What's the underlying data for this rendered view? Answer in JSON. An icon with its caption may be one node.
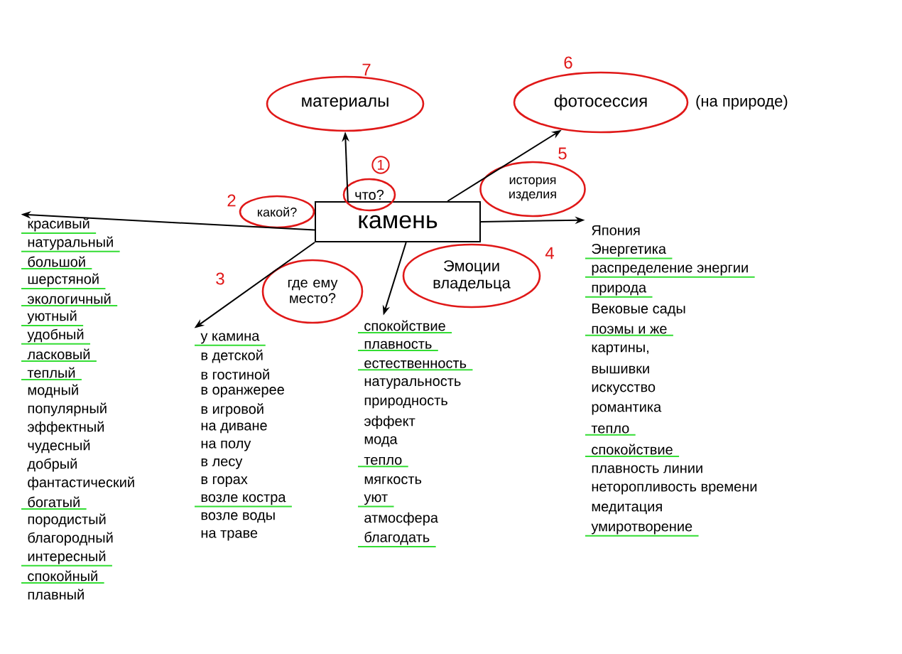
{
  "diagram": {
    "nodes": [
      {
        "text": [
          "камень"
        ]
      },
      {
        "text": [
          "что?"
        ],
        "beside": [
          "1"
        ]
      },
      {
        "text": [
          "какой?"
        ],
        "beside": [
          "2"
        ]
      },
      {
        "text": [
          "где ему место?"
        ],
        "beside": [
          "3"
        ]
      },
      {
        "text": [
          "Эмоции владельца"
        ],
        "beside": [
          "4"
        ]
      },
      {
        "text": [
          "история изделия"
        ],
        "beside": [
          "5"
        ]
      },
      {
        "text": [
          "фотосессия"
        ],
        "beside": [
          "(на природе)",
          "6"
        ]
      },
      {
        "text": [
          "материалы"
        ],
        "beside": [
          "7"
        ]
      },
      {
        "text": [
          "красивый",
          "натуральный",
          "большой",
          "шерстяной",
          "экологичный",
          "уютный",
          "удобный",
          "ласковый",
          "теплый",
          "модный",
          "популярный",
          "эффектный",
          "чудесный",
          "добрый",
          "фантастический",
          "богатый",
          "породистый",
          "благородный",
          "интересный",
          "спокойный",
          "плавный"
        ]
      },
      {
        "text": [
          "у камина",
          "в детской",
          "в гостиной",
          "в оранжерее",
          "в игровой",
          "на диване",
          "на полу",
          "в лесу",
          "в горах",
          "возле костра",
          "возле воды",
          "на траве"
        ]
      },
      {
        "text": [
          "спокойствие",
          "плавность",
          "естественность",
          "натуральность",
          "природность",
          "эффект",
          "мода",
          "тепло",
          "мягкость",
          "уют",
          "атмосфера",
          "благодать"
        ]
      },
      {
        "text": [
          "Япония",
          "Энергетика",
          "распределение энергии",
          "природа",
          "Вековые сады",
          "поэмы и же",
          "картины,",
          "вышивки",
          "искусство",
          "романтика",
          "тепло",
          "спокойствие",
          "плавность линии",
          "неторопливость времени",
          "медитация",
          "умиротворение"
        ]
      }
    ],
    "edges": [
      {
        "from": 0,
        "to": 7,
        "arrow": "to"
      },
      {
        "from": 0,
        "to": 6,
        "arrow": "to"
      },
      {
        "from": 0,
        "to": 8,
        "arrow": "to"
      },
      {
        "from": 0,
        "to": 9,
        "arrow": "to"
      },
      {
        "from": 0,
        "to": 10,
        "arrow": "to"
      },
      {
        "from": 0,
        "to": 11,
        "arrow": "to"
      }
    ]
  }
}
